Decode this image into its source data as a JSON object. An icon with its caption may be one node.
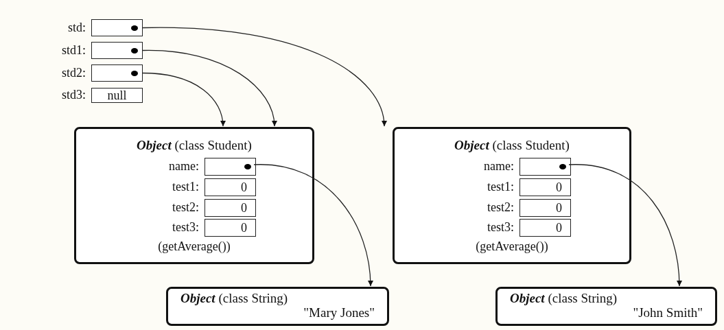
{
  "diagram": {
    "nodes": [
      {
        "text": [],
        "shape": "box",
        "beside": [
          "std:"
        ]
      },
      {
        "text": [],
        "shape": "box",
        "beside": [
          "std1:"
        ]
      },
      {
        "text": [],
        "shape": "box",
        "beside": [
          "std2:"
        ]
      },
      {
        "text": [
          "null"
        ],
        "beside": [
          "std3:"
        ]
      },
      {
        "text": [
          "**Object** (class Student)",
          "(getAverage())"
        ]
      },
      {
        "text": [],
        "shape": "box",
        "beside": [
          "name:"
        ],
        "in": 4
      },
      {
        "text": [
          "0"
        ],
        "beside": [
          "test1:"
        ],
        "in": 4
      },
      {
        "text": [
          "0"
        ],
        "beside": [
          "test2:"
        ],
        "in": 4
      },
      {
        "text": [
          "0"
        ],
        "beside": [
          "test3:"
        ],
        "in": 4
      },
      {
        "text": [
          "**Object** (class Student)",
          "(getAverage())"
        ]
      },
      {
        "text": [],
        "shape": "box",
        "beside": [
          "name:"
        ],
        "in": 9
      },
      {
        "text": [
          "0"
        ],
        "beside": [
          "test1:"
        ],
        "in": 9
      },
      {
        "text": [
          "0"
        ],
        "beside": [
          "test2:"
        ],
        "in": 9
      },
      {
        "text": [
          "0"
        ],
        "beside": [
          "test3:"
        ],
        "in": 9
      },
      {
        "text": [
          "**Object** (class String)",
          "\"Mary Jones\""
        ]
      },
      {
        "text": [
          "**Object** (class String)",
          "\"John Smith\""
        ]
      }
    ],
    "edges": [
      {
        "from": 0,
        "to": 9,
        "arrow": "to"
      },
      {
        "from": 1,
        "to": 4,
        "arrow": "to"
      },
      {
        "from": 2,
        "to": 4,
        "arrow": "to"
      },
      {
        "from": 5,
        "to": 14,
        "arrow": "to"
      },
      {
        "from": 10,
        "to": 15,
        "arrow": "to"
      }
    ]
  }
}
